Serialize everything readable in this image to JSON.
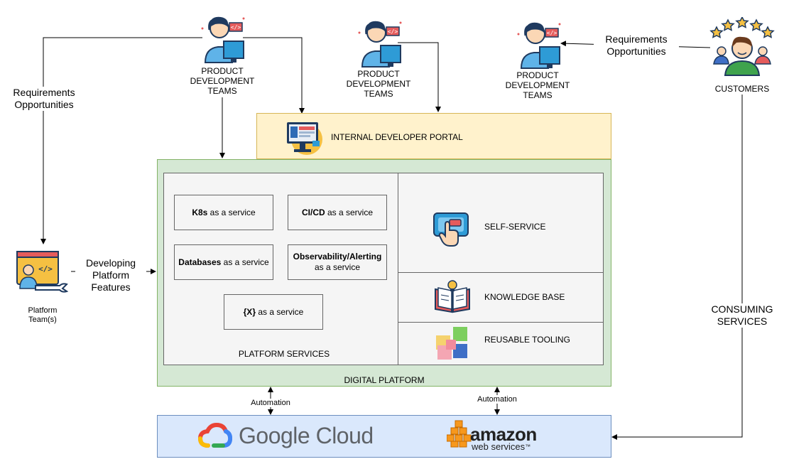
{
  "teams": [
    {
      "label_lines": [
        "PRODUCT",
        "DEVELOPMENT",
        "TEAMS"
      ]
    },
    {
      "label_lines": [
        "PRODUCT",
        "DEVELOPMENT",
        "TEAMS"
      ]
    },
    {
      "label_lines": [
        "PRODUCT",
        "DEVELOPMENT",
        "TEAMS"
      ]
    }
  ],
  "customers": {
    "label": "CUSTOMERS"
  },
  "left_flow_label": [
    "Requirements",
    "Opportunities"
  ],
  "right_flow_label": [
    "Requirements",
    "Opportunities"
  ],
  "platform_team": {
    "label_lines": [
      "Platform",
      "Team(s)"
    ]
  },
  "developing_label": [
    "Developing",
    "Platform",
    "Features"
  ],
  "consuming_label": [
    "CONSUMING",
    "SERVICES"
  ],
  "portal": {
    "label": "INTERNAL DEVELOPER PORTAL"
  },
  "digital_platform": {
    "label": "DIGITAL PLATFORM"
  },
  "platform_services": {
    "label": "PLATFORM SERVICES",
    "items": [
      {
        "bold": "K8s",
        "rest": " as a service"
      },
      {
        "bold": "CI/CD",
        "rest": " as a service"
      },
      {
        "bold": "Databases",
        "rest": " as a service"
      },
      {
        "bold": "Observability/Alerting",
        "rest": "as a service"
      },
      {
        "bold": "{X}",
        "rest": " as a service"
      }
    ]
  },
  "self_service": {
    "label": "SELF-SERVICE"
  },
  "knowledge_base": {
    "label": "KNOWLEDGE BASE"
  },
  "reusable_tooling": {
    "label": "REUSABLE TOOLING"
  },
  "automation_labels": [
    "Automation",
    "Automation"
  ],
  "clouds": {
    "google": "Google Cloud",
    "amazon_top": "amazon",
    "amazon_bottom": "web services",
    "amazon_tm": "™"
  },
  "colors": {
    "portal_fill": "#fff2cc",
    "portal_border": "#d6b656",
    "platform_fill": "#d5e8d4",
    "platform_border": "#82b366",
    "cloud_fill": "#dae8fc",
    "cloud_border": "#6c8ebf",
    "amazon_orange": "#f7981d",
    "google_grey": "#5f6368"
  }
}
